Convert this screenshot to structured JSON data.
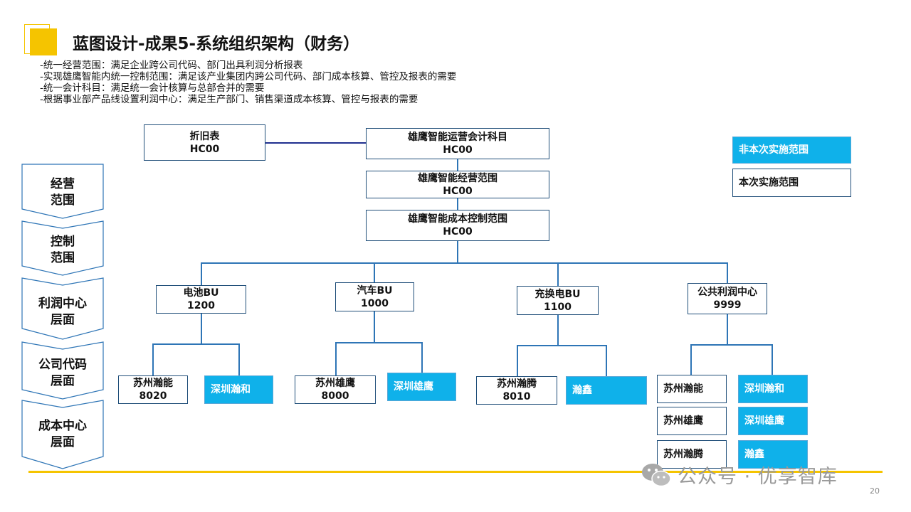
{
  "title": "蓝图设计-成果5-系统组织架构（财务）",
  "bullets": [
    "-统一经营范围：满足企业跨公司代码、部门出具利润分析报表",
    "-实现雄鹰智能内统一控制范围：满足该产业集团内跨公司代码、部门成本核算、管控及报表的需要",
    "-统一会计科目：满足统一会计核算与总部合并的需要",
    "-根据事业部产品线设置利润中心：满足生产部门、销售渠道成本核算、管控与报表的需要"
  ],
  "levels": [
    {
      "line1": "经营",
      "line2": "范围"
    },
    {
      "line1": "控制",
      "line2": "范围"
    },
    {
      "line1": "利润中心",
      "line2": "层面"
    },
    {
      "line1": "公司代码",
      "line2": "层面"
    },
    {
      "line1": "成本中心",
      "line2": "层面"
    }
  ],
  "legend": {
    "out_of_scope": "非本次实施范围",
    "in_scope": "本次实施范围"
  },
  "colors": {
    "accent_yellow": "#f5c400",
    "scope_blue": "#0fb1ea",
    "line_blue": "#2e75b6"
  },
  "nodes": {
    "depreciation": {
      "name": "折旧表",
      "code": "HC00"
    },
    "coa": {
      "name": "雄鹰智能运营会计科目",
      "code": "HC00"
    },
    "operating_scope": {
      "name": "雄鹰智能经营范围",
      "code": "HC00"
    },
    "control_scope": {
      "name": "雄鹰智能成本控制范围",
      "code": "HC00"
    },
    "bu_battery": {
      "name": "电池BU",
      "code": "1200"
    },
    "bu_auto": {
      "name": "汽车BU",
      "code": "1000"
    },
    "bu_swap": {
      "name": "充换电BU",
      "code": "1100"
    },
    "bu_public": {
      "name": "公共利润中心",
      "code": "9999"
    },
    "cc_suzhou_hanneng": {
      "name": "苏州瀚能",
      "code": "8020"
    },
    "cc_shenzhen_hanhe": {
      "name": "深圳瀚和"
    },
    "cc_suzhou_xiongying": {
      "name": "苏州雄鹰",
      "code": "8000"
    },
    "cc_shenzhen_xiongying": {
      "name": "深圳雄鹰"
    },
    "cc_suzhou_hanteng": {
      "name": "苏州瀚腾",
      "code": "8010"
    },
    "cc_hanxin": {
      "name": "瀚鑫"
    },
    "pub_suzhou_hanneng": {
      "name": "苏州瀚能"
    },
    "pub_shenzhen_hanhe": {
      "name": "深圳瀚和"
    },
    "pub_suzhou_xiongying": {
      "name": "苏州雄鹰"
    },
    "pub_shenzhen_xiongying": {
      "name": "深圳雄鹰"
    },
    "pub_suzhou_hanteng": {
      "name": "苏州瀚腾"
    },
    "pub_hanxin": {
      "name": "瀚鑫"
    }
  },
  "watermark": "公众号 · 优享智库",
  "page_number": "20"
}
